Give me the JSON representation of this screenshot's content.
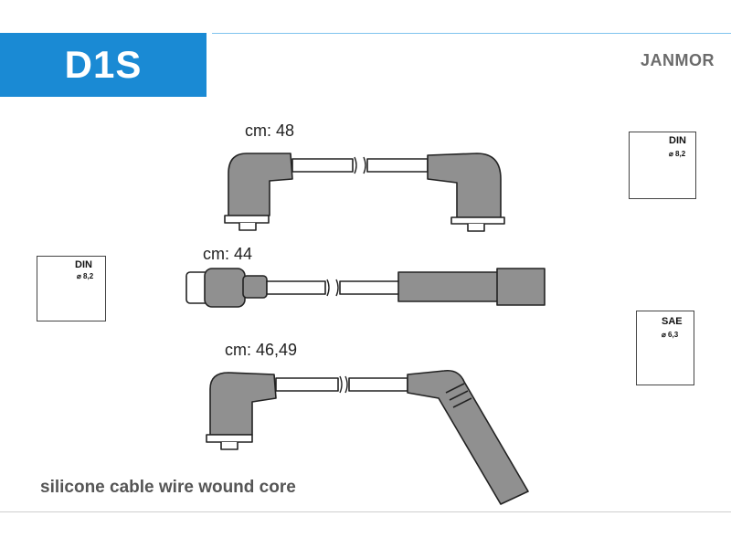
{
  "header": {
    "code": "D1S",
    "brand": "JANMOR"
  },
  "cables": [
    {
      "label": "cm: 48"
    },
    {
      "label": "cm: 44"
    },
    {
      "label": "cm: 46,49"
    }
  ],
  "badges": {
    "top_right": {
      "standard": "DIN",
      "size": "⌀ 8,2"
    },
    "left": {
      "standard": "DIN",
      "size": "⌀ 8,2"
    },
    "bottom_right": {
      "standard": "SAE",
      "size": "⌀ 6,3"
    }
  },
  "footer": {
    "note": "silicone cable wire wound core"
  },
  "colors": {
    "header_band": "#1a8ad4",
    "boot_fill": "#909090",
    "outline": "#222222"
  }
}
